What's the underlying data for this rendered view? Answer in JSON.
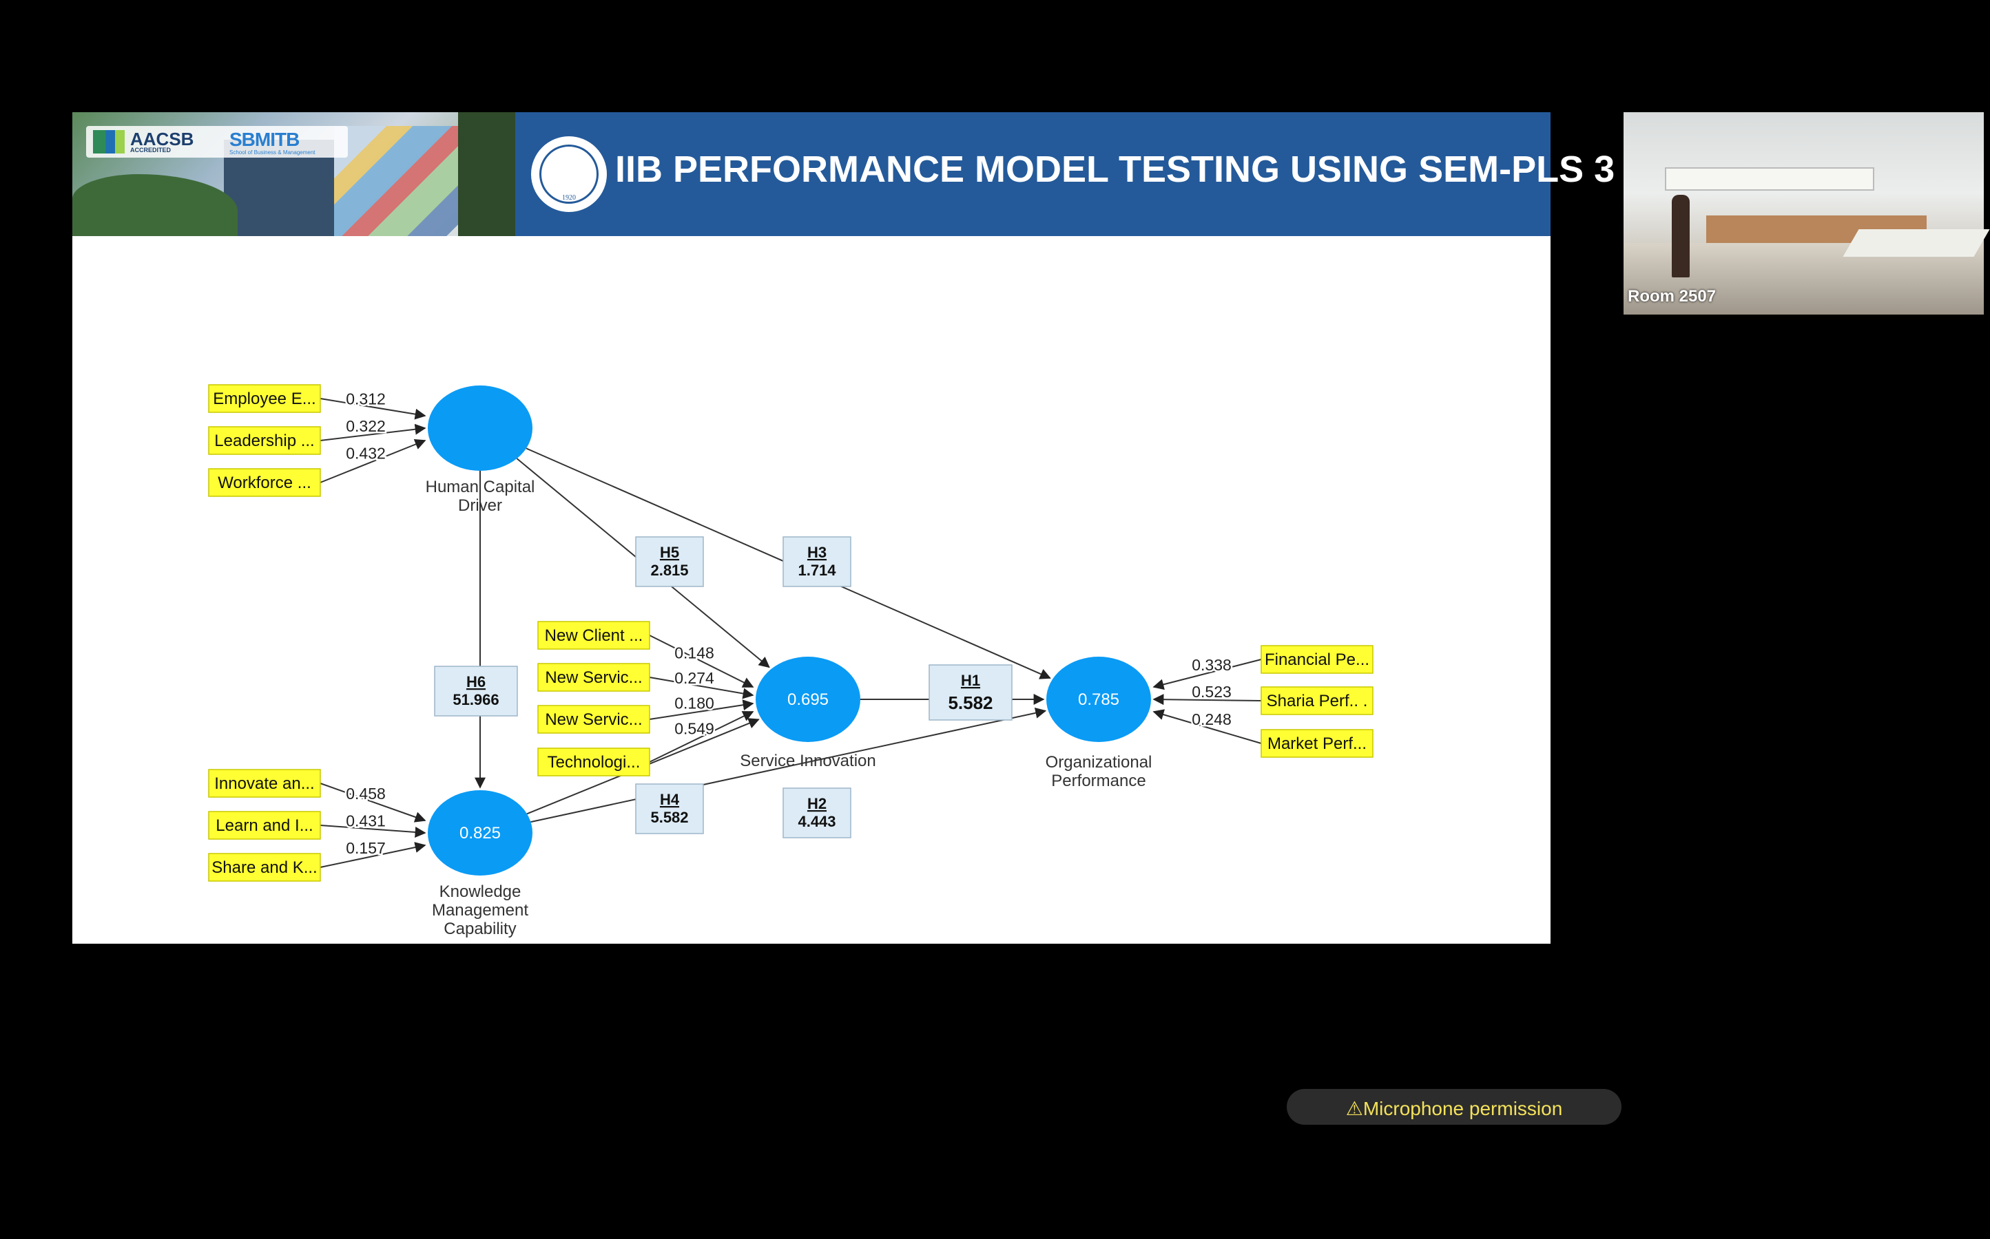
{
  "slide": {
    "title": "IIB PERFORMANCE MODEL TESTING USING SEM-PLS 3",
    "logos": {
      "aacsb": "AACSB",
      "aacsb_sub": "ACCREDITED",
      "sbm": "SBMITB",
      "sbm_sub": "School of Business & Management",
      "seal_year": "1920"
    }
  },
  "diagram": {
    "constructs": [
      {
        "id": "hcd",
        "value": "",
        "label_lines": [
          "Human Capital",
          "Driver"
        ]
      },
      {
        "id": "kmc",
        "value": "0.825",
        "label_lines": [
          "Knowledge",
          "Management",
          "Capability"
        ]
      },
      {
        "id": "si",
        "value": "0.695",
        "label_lines": [
          "Service Innovation"
        ]
      },
      {
        "id": "op",
        "value": "0.785",
        "label_lines": [
          "Organizational",
          "Performance"
        ]
      }
    ],
    "indicators": [
      {
        "construct": "hcd",
        "label": "Employee E...",
        "weight": "0.312"
      },
      {
        "construct": "hcd",
        "label": "Leadership ...",
        "weight": "0.322"
      },
      {
        "construct": "hcd",
        "label": "Workforce ...",
        "weight": "0.432"
      },
      {
        "construct": "si",
        "label": "New Client ...",
        "weight": "0.148"
      },
      {
        "construct": "si",
        "label": "New Servic...",
        "weight": "0.274"
      },
      {
        "construct": "si",
        "label": "New Servic...",
        "weight": "0.180"
      },
      {
        "construct": "si",
        "label": "Technologi...",
        "weight": "0.549"
      },
      {
        "construct": "kmc",
        "label": "Innovate an...",
        "weight": "0.458"
      },
      {
        "construct": "kmc",
        "label": "Learn and I...",
        "weight": "0.431"
      },
      {
        "construct": "kmc",
        "label": "Share and K...",
        "weight": "0.157"
      },
      {
        "construct": "op",
        "label": "Financial Pe...",
        "weight": "0.338"
      },
      {
        "construct": "op",
        "label": "Sharia Perf..  .",
        "weight": "0.523"
      },
      {
        "construct": "op",
        "label": "Market Perf...",
        "weight": "0.248"
      }
    ],
    "paths": [
      {
        "from": "si",
        "to": "op",
        "hypothesis": "H1",
        "value": "5.582"
      },
      {
        "from": "kmc",
        "to": "op",
        "hypothesis": "H2",
        "value": "4.443"
      },
      {
        "from": "hcd",
        "to": "op",
        "hypothesis": "H3",
        "value": "1.714"
      },
      {
        "from": "kmc",
        "to": "si",
        "hypothesis": "H4",
        "value": "5.582"
      },
      {
        "from": "hcd",
        "to": "si",
        "hypothesis": "H5",
        "value": "2.815"
      },
      {
        "from": "hcd",
        "to": "kmc",
        "hypothesis": "H6",
        "value": "51.966"
      }
    ]
  },
  "webcam": {
    "label": "Room 2507"
  },
  "notification": {
    "text": "⚠Microphone permission"
  },
  "colors": {
    "construct": "#0a9bf5",
    "indicator": "#ffff33",
    "banner": "#245a9a",
    "path_box": "#dcebf5"
  }
}
